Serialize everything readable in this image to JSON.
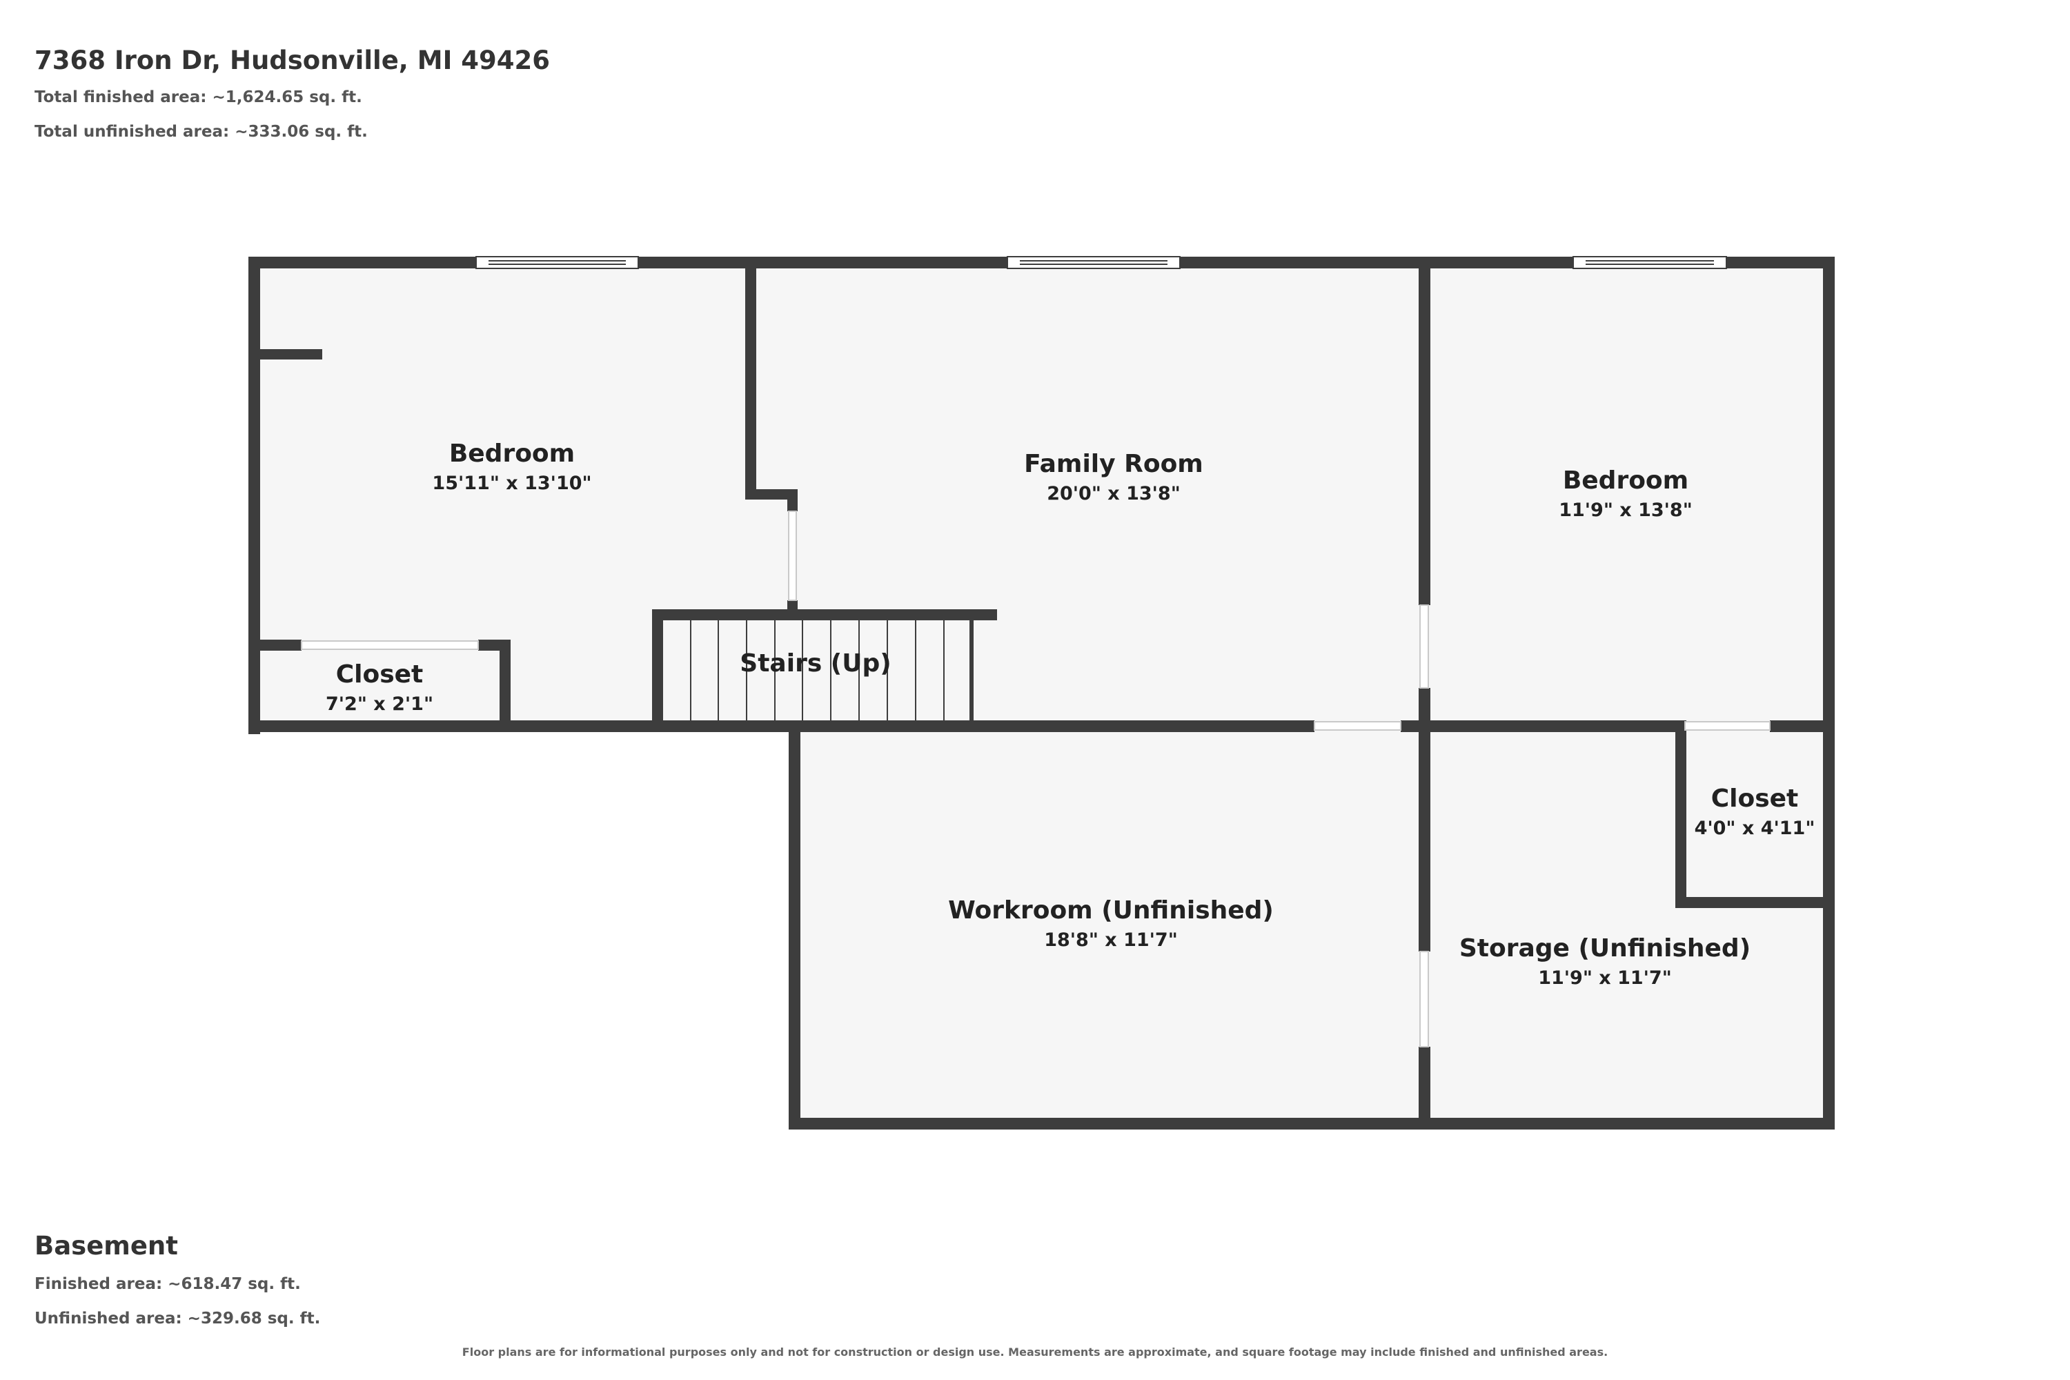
{
  "header": {
    "address": "7368 Iron Dr, Hudsonville, MI 49426",
    "total_finished": "Total finished area: ~1,624.65 sq. ft.",
    "total_unfinished": "Total unfinished area: ~333.06 sq. ft."
  },
  "level": {
    "name": "Basement",
    "finished": "Finished area: ~618.47 sq. ft.",
    "unfinished": "Unfinished area: ~329.68 sq. ft."
  },
  "rooms": [
    {
      "name": "Bedroom",
      "dims": "15'11\" x 13'10\""
    },
    {
      "name": "Family Room",
      "dims": "20'0\" x 13'8\""
    },
    {
      "name": "Bedroom",
      "dims": "11'9\" x 13'8\""
    },
    {
      "name": "Closet",
      "dims": "7'2\" x 2'1\""
    },
    {
      "name": "Stairs (Up)"
    },
    {
      "name": "Workroom (Unfinished)",
      "dims": "18'8\" x 11'7\""
    },
    {
      "name": "Closet",
      "dims": "4'0\" x 4'11\""
    },
    {
      "name": "Storage (Unfinished)",
      "dims": "11'9\" x 11'7\""
    }
  ],
  "disclaimer": "Floor plans are for informational purposes only and not for construction or design use. Measurements are approximate, and square footage may include finished and unfinished areas.",
  "colors": {
    "wall": "#3d3d3d",
    "floor": "#f6f6f6",
    "background": "#ffffff"
  }
}
